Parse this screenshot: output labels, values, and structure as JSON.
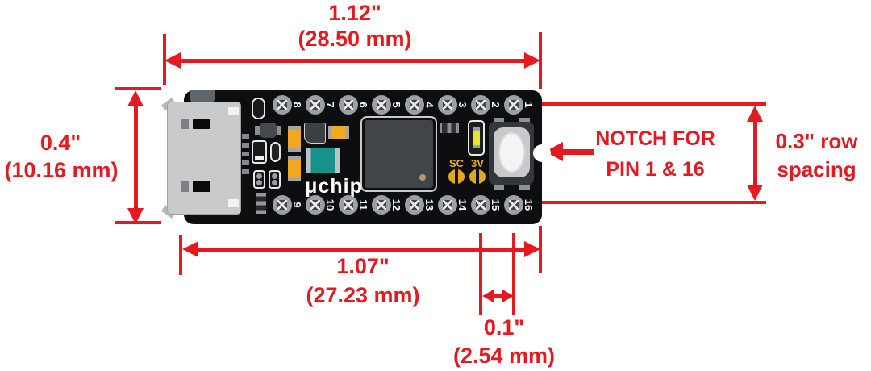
{
  "colors": {
    "annotation_red": "#e41a20",
    "board_black": "#0d0e10",
    "pin_gray": "#9aa0a6",
    "capacitor_orange": "#f2a71f",
    "capacitor_teal": "#17918b",
    "pad_gold": "#dfa81f",
    "led_yellow": "#e8e52f",
    "usb_gray": "#c8cacc"
  },
  "dimensions": {
    "top": {
      "inches": "1.12\"",
      "mm": "(28.50 mm)"
    },
    "left": {
      "inches": "0.4\"",
      "mm": "(10.16 mm)"
    },
    "bottom": {
      "inches": "1.07\"",
      "mm": "(27.23 mm)"
    },
    "pitch": {
      "inches": "0.1\"",
      "mm": "(2.54 mm)"
    },
    "row_spacing": {
      "line1": "0.3\" row",
      "line2": "spacing"
    }
  },
  "annotations": {
    "notch": {
      "line1": "NOTCH FOR",
      "line2": "PIN 1 & 16"
    }
  },
  "board": {
    "logo": "μchip",
    "label_sc": "SC",
    "label_3v": "3V",
    "pins_top": [
      "8",
      "7",
      "6",
      "5",
      "4",
      "3",
      "2",
      "1"
    ],
    "pins_bottom": [
      "9",
      "10",
      "11",
      "12",
      "13",
      "14",
      "15",
      "16"
    ]
  }
}
